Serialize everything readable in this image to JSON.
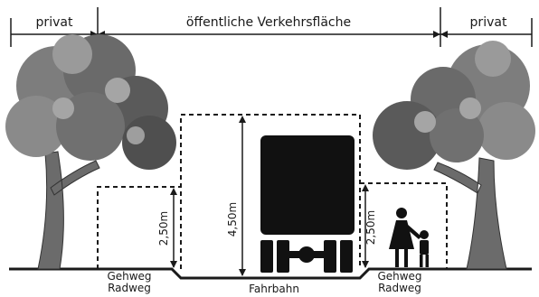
{
  "zones": {
    "left_private": "privat",
    "public_area": "öffentliche Verkehrsfläche",
    "right_private": "privat"
  },
  "clearances": {
    "left_path": "2,50m",
    "roadway": "4,50m",
    "right_path": "2,50m"
  },
  "surfaces": {
    "left_path_line1": "Gehweg",
    "left_path_line2": "Radweg",
    "roadway": "Fahrbahn",
    "right_path_line1": "Gehweg",
    "right_path_line2": "Radweg"
  },
  "icons": {
    "left_tree": "tree-icon",
    "right_tree": "tree-icon",
    "vehicle": "truck-rear-icon",
    "pedestrians": "adult-with-child-icon"
  },
  "colors": {
    "ink": "#1a1a1a",
    "foliage_dark": "#555555",
    "foliage_light": "#8a8a8a",
    "trunk": "#6b6b6b"
  }
}
